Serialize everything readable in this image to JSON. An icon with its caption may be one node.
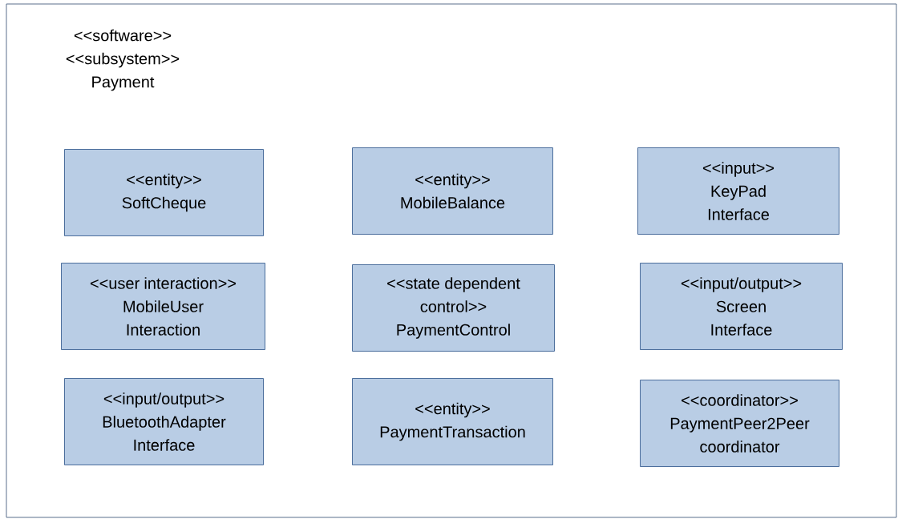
{
  "diagram": {
    "nodes": [
      {
        "text": [
          "<<software>> <<subsystem>> Payment"
        ]
      },
      {
        "text": [
          "<<entity>> SoftCheque"
        ],
        "in": 0
      },
      {
        "text": [
          "<<entity>> MobileBalance"
        ],
        "in": 0
      },
      {
        "text": [
          "<<input>> KeyPad Interface"
        ],
        "in": 0
      },
      {
        "text": [
          "<<user interaction>> MobileUser Interaction"
        ],
        "in": 0
      },
      {
        "text": [
          "<<state dependent control>> PaymentControl"
        ],
        "in": 0
      },
      {
        "text": [
          "<<input/output>> Screen Interface"
        ],
        "in": 0
      },
      {
        "text": [
          "<<input/output>> BluetoothAdapter Interface"
        ],
        "in": 0
      },
      {
        "text": [
          "<<entity>> PaymentTransaction"
        ],
        "in": 0
      },
      {
        "text": [
          "<<coordinator>> PaymentPeer2Peer coordinator"
        ],
        "in": 0
      }
    ]
  }
}
